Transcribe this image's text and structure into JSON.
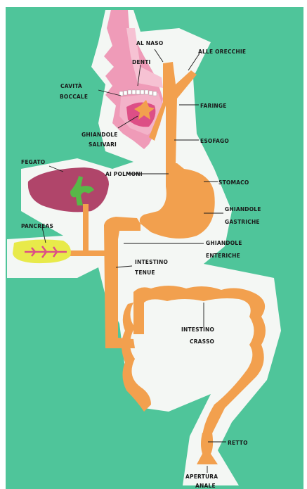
{
  "labels": {
    "al_naso": "AL NASO",
    "alle_orecchie": "ALLE ORECCHIE",
    "denti": "DENTI",
    "cavita_1": "CAVITÀ",
    "cavita_2": "BOCCALE",
    "faringe": "FARINGE",
    "ghiandole_salivari_1": "GHIANDOLE",
    "ghiandole_salivari_2": "SALIVARI",
    "esofago": "ESOFAGO",
    "fegato": "FEGATO",
    "ai_polmoni": "AI POLMONI",
    "stomaco": "STOMACO",
    "ghiandole_gastriche_1": "GHIANDOLE",
    "ghiandole_gastriche_2": "GASTRICHE",
    "pancreas": "PANCREAS",
    "ghiandole_enteriche_1": "GHIANDOLE",
    "ghiandole_enteriche_2": "ENTERICHE",
    "intestino_tenue_1": "INTESTINO",
    "intestino_tenue_2": "TENUE",
    "intestino_crasso_1": "INTESTINO",
    "intestino_crasso_2": "CRASSO",
    "retto": "RETTO",
    "apertura_1": "APERTURA",
    "apertura_2": "ANALE"
  },
  "colors": {
    "background": "#4fc59a",
    "halo": "#f4f7f4",
    "digestive_tract": "#f2a04e",
    "head": "#ef9bb8",
    "liver": "#b0456a",
    "pancreas": "#e8ea4a",
    "bile": "#58b848"
  }
}
